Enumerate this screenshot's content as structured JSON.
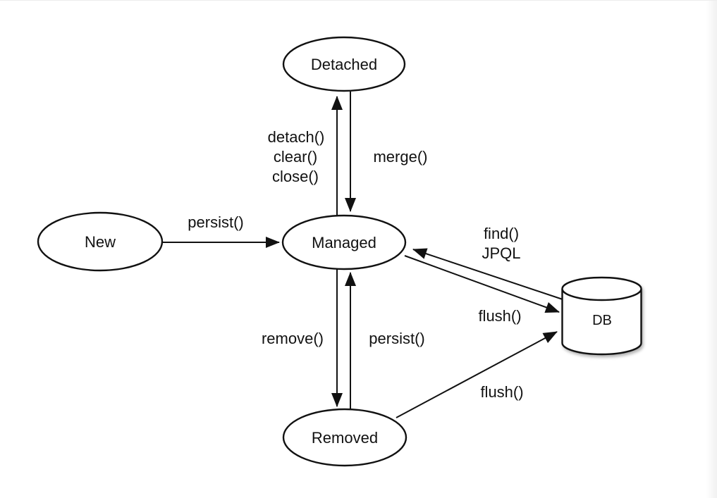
{
  "diagram": {
    "colors": {
      "stroke": "#111111",
      "node_fill": "#ffffff",
      "text": "#111111",
      "page_edge_shade": "#f0f0f0"
    },
    "nodes": {
      "detached": {
        "label": "Detached"
      },
      "new": {
        "label": "New"
      },
      "managed": {
        "label": "Managed"
      },
      "removed": {
        "label": "Removed"
      },
      "db": {
        "label": "DB"
      }
    },
    "edges": {
      "managed_to_detached": {
        "label_line1": "detach()",
        "label_line2": "clear()",
        "label_line3": "close()"
      },
      "detached_to_managed": {
        "label": "merge()"
      },
      "new_to_managed": {
        "label": "persist()"
      },
      "db_to_managed": {
        "label_line1": "find()",
        "label_line2": "JPQL"
      },
      "managed_to_db": {
        "label": "flush()"
      },
      "managed_to_removed": {
        "label": "remove()"
      },
      "removed_to_managed": {
        "label": "persist()"
      },
      "removed_to_db": {
        "label": "flush()"
      }
    }
  }
}
